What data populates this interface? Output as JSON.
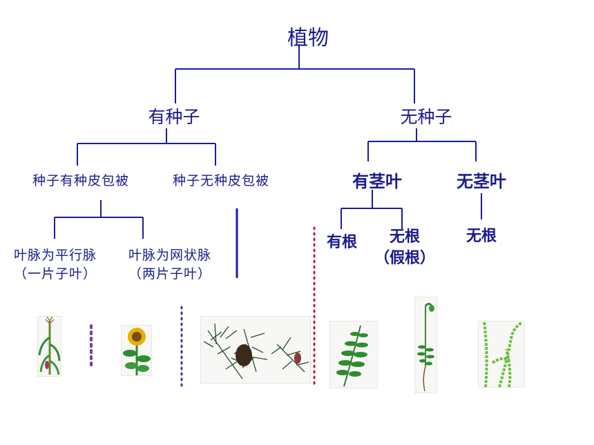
{
  "title": "植物",
  "seed": {
    "label": "有种子",
    "coated": "种子有种皮包被",
    "uncoated": "种子无种皮包被",
    "parallel": {
      "line1": "叶脉为平行脉",
      "line2": "（一片子叶）"
    },
    "net": {
      "line1": "叶脉为网状脉",
      "line2": "（两片子叶）"
    }
  },
  "noseed": {
    "label": "无种子",
    "stemleaf": "有茎叶",
    "nostemleaf": "无茎叶",
    "hasroot": "有根",
    "noroot": {
      "line1": "无根",
      "line2": "（假根）"
    },
    "noroot2": "无根"
  },
  "colors": {
    "text": "#1a1a8c",
    "connector": "#1a1aa0",
    "divider_dotted": "#3a3ab0",
    "divider_purple": "#7a3aa0",
    "divider_red": "#c02040",
    "plant_green": "#2e8b2e",
    "flower_yellow": "#e8b000"
  },
  "pictures": [
    {
      "name": "corn",
      "icon": "corn-plant-icon"
    },
    {
      "name": "sunflower",
      "icon": "sunflower-icon"
    },
    {
      "name": "pine",
      "icon": "pine-branch-icon"
    },
    {
      "name": "fern",
      "icon": "fern-icon"
    },
    {
      "name": "moss",
      "icon": "moss-icon"
    },
    {
      "name": "algae",
      "icon": "algae-icon"
    }
  ]
}
